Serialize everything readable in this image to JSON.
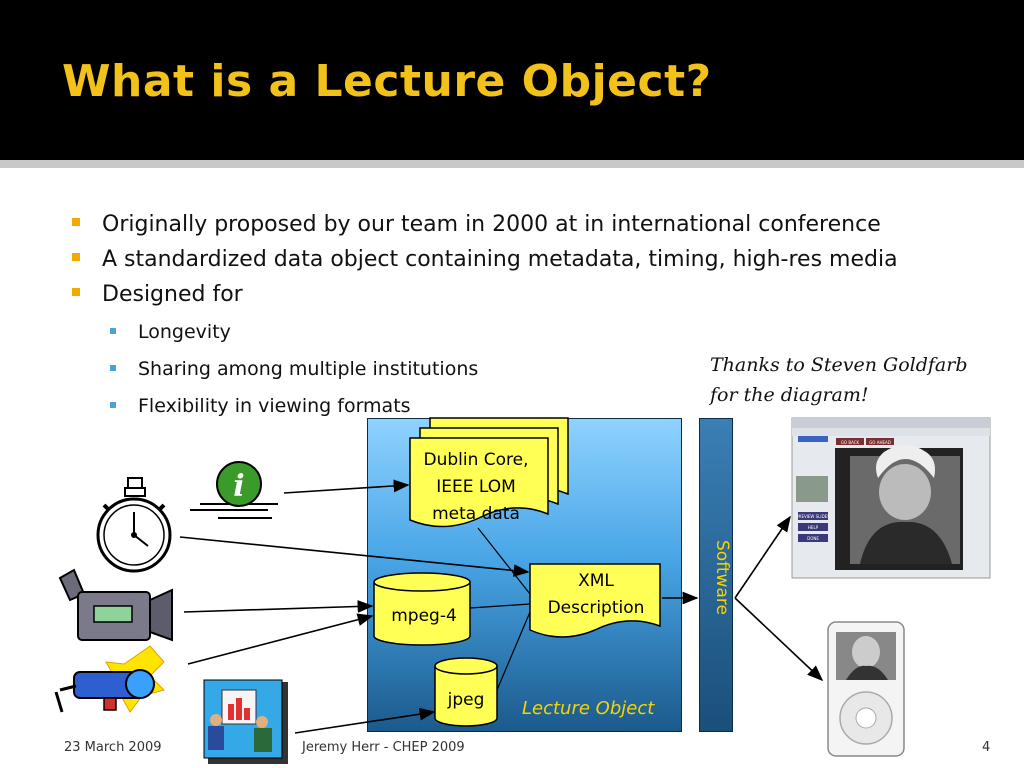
{
  "slide": {
    "title": "What is a Lecture Object?",
    "bullets": [
      "Originally proposed by our team in 2000 at in international conference",
      "A standardized data object containing metadata, timing, high-res media",
      "Designed for"
    ],
    "sub_bullets": [
      "Longevity",
      "Sharing among multiple institutions",
      "Flexibility in viewing formats"
    ],
    "credit_line1": "Thanks to Steven Goldfarb",
    "credit_line2": "for the diagram!"
  },
  "diagram": {
    "metadata_line1": "Dublin Core,",
    "metadata_line2": "IEEE LOM",
    "metadata_line3": "meta data",
    "xml_line1": "XML",
    "xml_line2": "Description",
    "mpeg": "mpeg-4",
    "jpeg": "jpeg",
    "lecture_object": "Lecture Object",
    "software": "Software",
    "info_glyph": "i",
    "screen_nav": [
      "GO BACK",
      "GO AHEAD"
    ],
    "screen_buttons": [
      "PREVIEW SLIDES",
      "HELP",
      "DONE"
    ],
    "colors": {
      "title": "#f2c21a",
      "bullet": "#f2a900",
      "sub_bullet": "#4aa3d8",
      "label_yellow": "#f5d400",
      "document_yellow": "#ffff55"
    }
  },
  "footer": {
    "date": "23 March 2009",
    "author": "Jeremy Herr - CHEP 2009",
    "page": "4"
  }
}
